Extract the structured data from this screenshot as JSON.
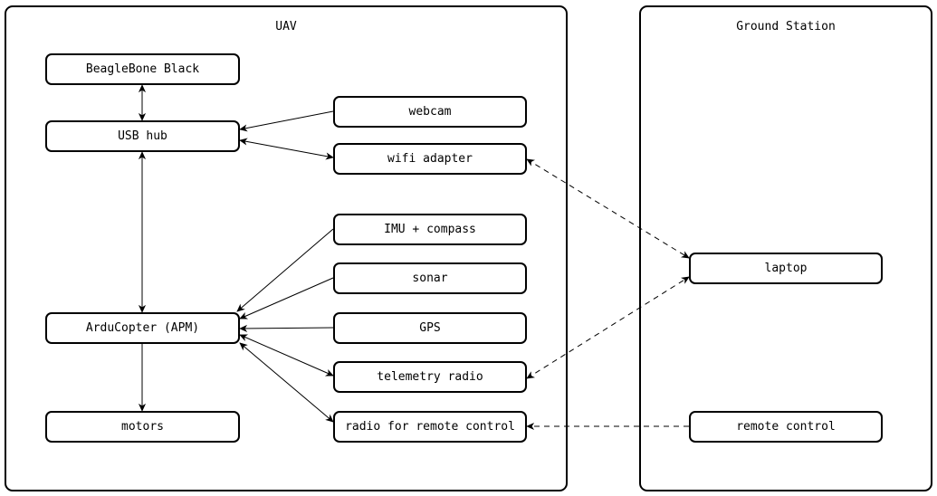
{
  "regions": {
    "uav": {
      "title": "UAV"
    },
    "ground": {
      "title": "Ground Station"
    }
  },
  "nodes": {
    "beaglebone": {
      "label": "BeagleBone Black"
    },
    "usb_hub": {
      "label": "USB hub"
    },
    "webcam": {
      "label": "webcam"
    },
    "wifi": {
      "label": "wifi adapter"
    },
    "imu": {
      "label": "IMU + compass"
    },
    "sonar": {
      "label": "sonar"
    },
    "gps": {
      "label": "GPS"
    },
    "apm": {
      "label": "ArduCopter (APM)"
    },
    "telemetry": {
      "label": "telemetry radio"
    },
    "rc_radio": {
      "label": "radio for remote control"
    },
    "motors": {
      "label": "motors"
    },
    "laptop": {
      "label": "laptop"
    },
    "remote": {
      "label": "remote control"
    }
  },
  "edges": [
    {
      "from": "beaglebone",
      "to": "usb_hub",
      "direction": "both",
      "style": "solid"
    },
    {
      "from": "webcam",
      "to": "usb_hub",
      "direction": "forward",
      "style": "solid"
    },
    {
      "from": "usb_hub",
      "to": "wifi",
      "direction": "both",
      "style": "solid"
    },
    {
      "from": "usb_hub",
      "to": "apm",
      "direction": "both",
      "style": "solid"
    },
    {
      "from": "imu",
      "to": "apm",
      "direction": "forward",
      "style": "solid"
    },
    {
      "from": "sonar",
      "to": "apm",
      "direction": "forward",
      "style": "solid"
    },
    {
      "from": "gps",
      "to": "apm",
      "direction": "forward",
      "style": "solid"
    },
    {
      "from": "apm",
      "to": "telemetry",
      "direction": "both",
      "style": "solid"
    },
    {
      "from": "apm",
      "to": "rc_radio",
      "direction": "both",
      "style": "solid"
    },
    {
      "from": "apm",
      "to": "motors",
      "direction": "forward",
      "style": "solid"
    },
    {
      "from": "wifi",
      "to": "laptop",
      "direction": "both",
      "style": "dashed"
    },
    {
      "from": "telemetry",
      "to": "laptop",
      "direction": "both",
      "style": "dashed"
    },
    {
      "from": "remote",
      "to": "rc_radio",
      "direction": "forward",
      "style": "dashed"
    }
  ]
}
